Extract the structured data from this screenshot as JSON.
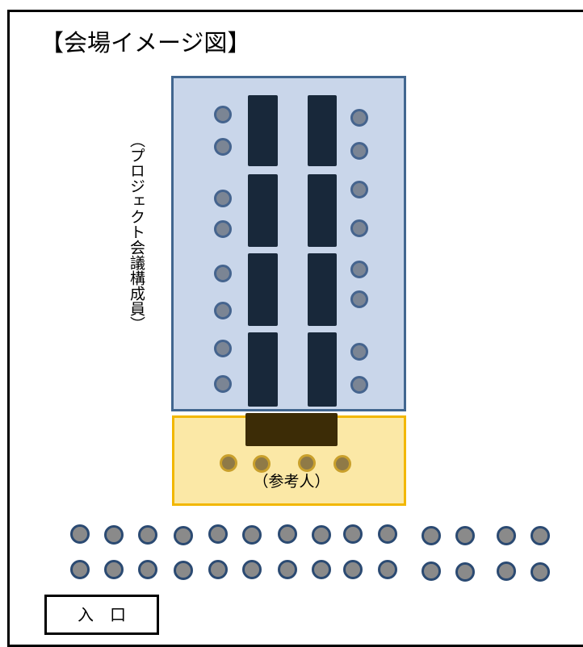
{
  "title": "【会場イメージ図】",
  "committee_label": "（プロジェクト会議構成員）",
  "witness_label": "（参考人）",
  "entrance_label": "入口",
  "colors": {
    "committee_fill": "#c9d6ea",
    "committee_border": "#41668f",
    "witness_fill": "#fbe8a6",
    "witness_border": "#f2b700",
    "table": "#18283a",
    "witness_table": "#3c2c06",
    "seat": "#8a8a8a",
    "seat_border": "#2b4a72"
  },
  "committee_seats_per_side": 8,
  "committee_tables_per_column": 4,
  "witness_seats": 4,
  "audience_rows": 2,
  "audience_seats_per_row": 14
}
